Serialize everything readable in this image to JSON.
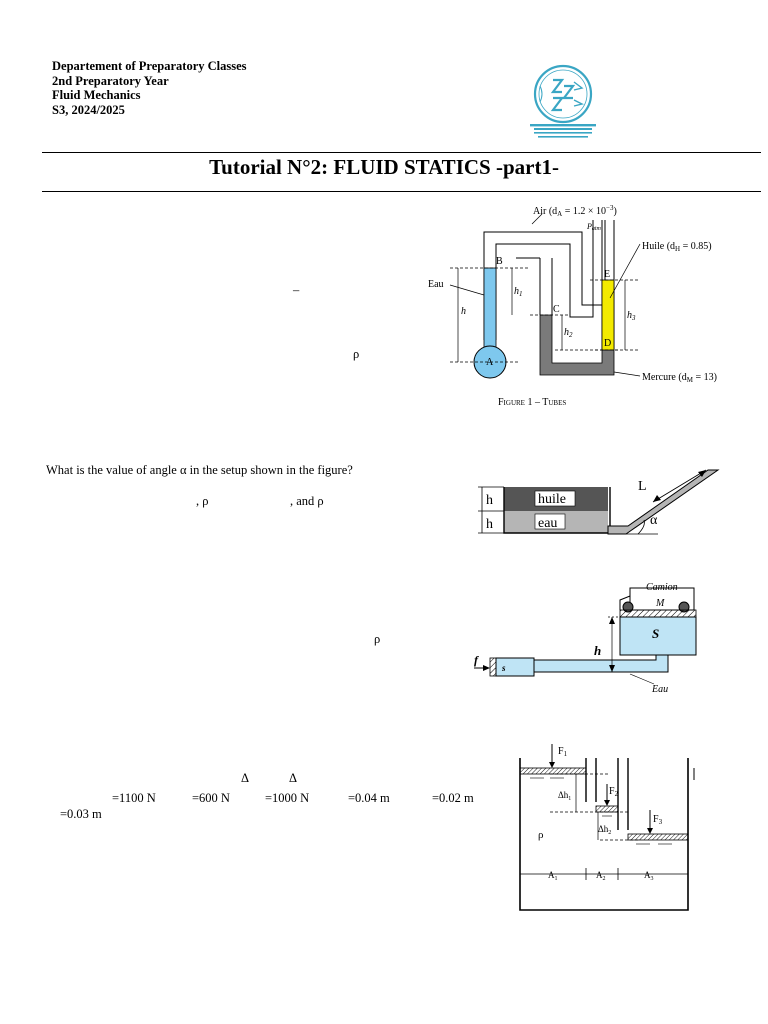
{
  "header": {
    "line1": "Departement of Preparatory Classes",
    "line2": "2nd Preparatory Year",
    "line3": "Fluid Mechanics",
    "line4": "S3, 2024/2025"
  },
  "title": "Tutorial N°2: FLUID STATICS -part1-",
  "ex1": {
    "dash": "–",
    "rho": "ρ",
    "figure": {
      "air": "Air (d",
      "air_sub": "A",
      "air_val": " = 1.2 × 10",
      "air_exp": "−3",
      "air_close": ")",
      "patm": "P",
      "patm_sub": "atm",
      "huile": "Huile (d",
      "huile_sub": "H",
      "huile_val": " = 0.85)",
      "eau": "Eau",
      "B": "B",
      "C": "C",
      "D": "D",
      "E": "E",
      "A": "A",
      "h": "h",
      "h1": "h",
      "h1_sub": "1",
      "h2": "h",
      "h2_sub": "2",
      "h3": "h",
      "h3_sub": "3",
      "mercure": "Mercure (d",
      "mercure_sub": "M",
      "mercure_val": " = 13)",
      "caption": "Figure 1 – Tubes"
    }
  },
  "ex2": {
    "question": "What is the value of angle α in the setup shown in the figure?",
    "rho1": ", ρ",
    "rho2": ", and ρ",
    "figure": {
      "h_top": "h",
      "h_bot": "h",
      "huile": "huile",
      "eau": "eau",
      "L": "L",
      "alpha": "α"
    }
  },
  "ex3": {
    "rho": "ρ",
    "figure": {
      "camion": "Camion",
      "M": "M",
      "S": "S",
      "s": "s",
      "h": "h",
      "f": "f",
      "eau": "Eau"
    }
  },
  "ex4": {
    "delta1": "Δ",
    "delta2": "Δ",
    "v1": "=1100 N",
    "v2": "=600 N",
    "v3": "=1000 N",
    "v4": "=0.04 m",
    "v5": "=0.02 m",
    "v6": "=0.03 m",
    "figure": {
      "F1": "F",
      "F1_sub": "1",
      "F2": "F",
      "F2_sub": "2",
      "F3": "F",
      "F3_sub": "3",
      "dh1": "Δh",
      "dh1_sub": "1",
      "dh2": "Δh",
      "dh2_sub": "2",
      "rho": "ρ",
      "A1": "A",
      "A1_sub": "1",
      "A2": "A",
      "A2_sub": "2",
      "A3": "A",
      "A3_sub": "3"
    }
  },
  "colors": {
    "water": "#7ec8ee",
    "oil": "#f3ea00",
    "mercury": "#7a7a7a",
    "logo": "#3aa6c4"
  }
}
